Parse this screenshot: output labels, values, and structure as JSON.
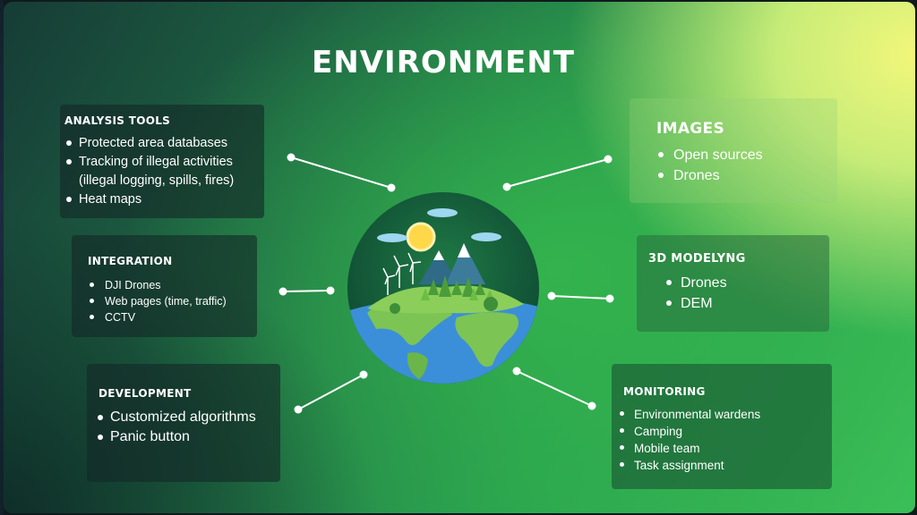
{
  "title": "ENVIRONMENT",
  "cards": {
    "analysis": {
      "heading": "ANALYSIS TOOLS",
      "items": [
        "Protected area databases",
        "Tracking of illegal activities",
        "(illegal logging, spills, fires)",
        "Heat maps"
      ]
    },
    "integration": {
      "heading": "INTEGRATION",
      "items": [
        "DJI Drones",
        "Web pages (time, traffic)",
        "CCTV"
      ]
    },
    "development": {
      "heading": "DEVELOPMENT",
      "items": [
        "Customized algorithms",
        "Panic button"
      ]
    },
    "images": {
      "heading": "IMAGES",
      "items": [
        "Open sources",
        "Drones"
      ]
    },
    "modeling": {
      "heading": "3D MODELYNG",
      "items": [
        "Drones",
        "DEM"
      ]
    },
    "monitoring": {
      "heading": "MONITORING",
      "items": [
        "Environmental wardens",
        "Camping",
        "Mobile team",
        "Task assignment"
      ]
    }
  },
  "center_icon": "earth-nature-icon",
  "colors": {
    "background_dark": "#163c36",
    "background_green": "#2aa24f",
    "background_yellow": "#f2f77a",
    "card_dark": "#14282699",
    "text": "#ffffff"
  }
}
